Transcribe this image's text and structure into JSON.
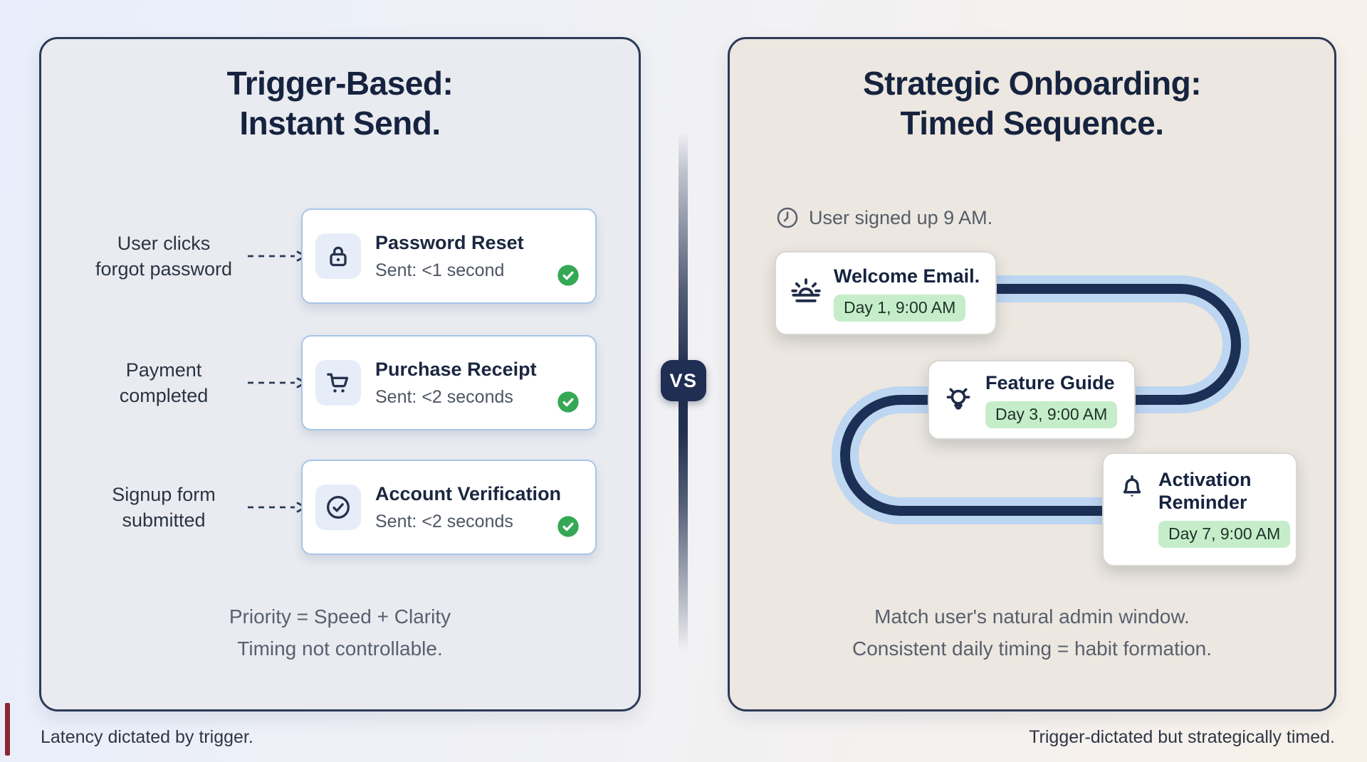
{
  "colors": {
    "navy_text": "#16233f",
    "panel_border": "#2c3a57",
    "left_panel_bg": "#e9ebf1",
    "right_panel_bg": "#ece7e0",
    "card_border_blue": "#a6c6e8",
    "green_check": "#35a856",
    "green_badge_bg": "#c6edca",
    "path_dark": "#1c2f54",
    "path_light": "#bdd6f1"
  },
  "vs": {
    "label": "VS"
  },
  "left_panel": {
    "title_line1": "Trigger-Based:",
    "title_line2": "Instant Send.",
    "rows": [
      {
        "label_line1": "User clicks",
        "label_line2": "forgot password",
        "card_title": "Password Reset",
        "card_subtitle": "Sent: <1 second",
        "icon": "lock-icon",
        "status": "sent-check"
      },
      {
        "label_line1": "Payment",
        "label_line2": "completed",
        "card_title": "Purchase Receipt",
        "card_subtitle": "Sent: <2 seconds",
        "icon": "cart-icon",
        "status": "sent-check"
      },
      {
        "label_line1": "Signup form",
        "label_line2": "submitted",
        "card_title": "Account Verification",
        "card_subtitle": "Sent: <2 seconds",
        "icon": "circle-check-icon",
        "status": "sent-check"
      }
    ],
    "summary_line1": "Priority = Speed + Clarity",
    "summary_line2": "Timing not controllable.",
    "caption": "Latency dictated by trigger."
  },
  "right_panel": {
    "title_line1": "Strategic Onboarding:",
    "title_line2": "Timed Sequence.",
    "note": "User signed up 9 AM.",
    "steps": [
      {
        "title": "Welcome Email.",
        "badge": "Day 1, 9:00 AM",
        "icon": "sunrise-icon"
      },
      {
        "title": "Feature Guide",
        "badge": "Day 3, 9:00 AM",
        "icon": "lightbulb-icon"
      },
      {
        "title": "Activation Reminder",
        "badge": "Day 7, 9:00 AM",
        "icon": "bell-icon"
      }
    ],
    "summary_line1": "Match user's natural admin window.",
    "summary_line2": "Consistent daily timing = habit formation.",
    "caption": "Trigger-dictated but strategically timed."
  }
}
